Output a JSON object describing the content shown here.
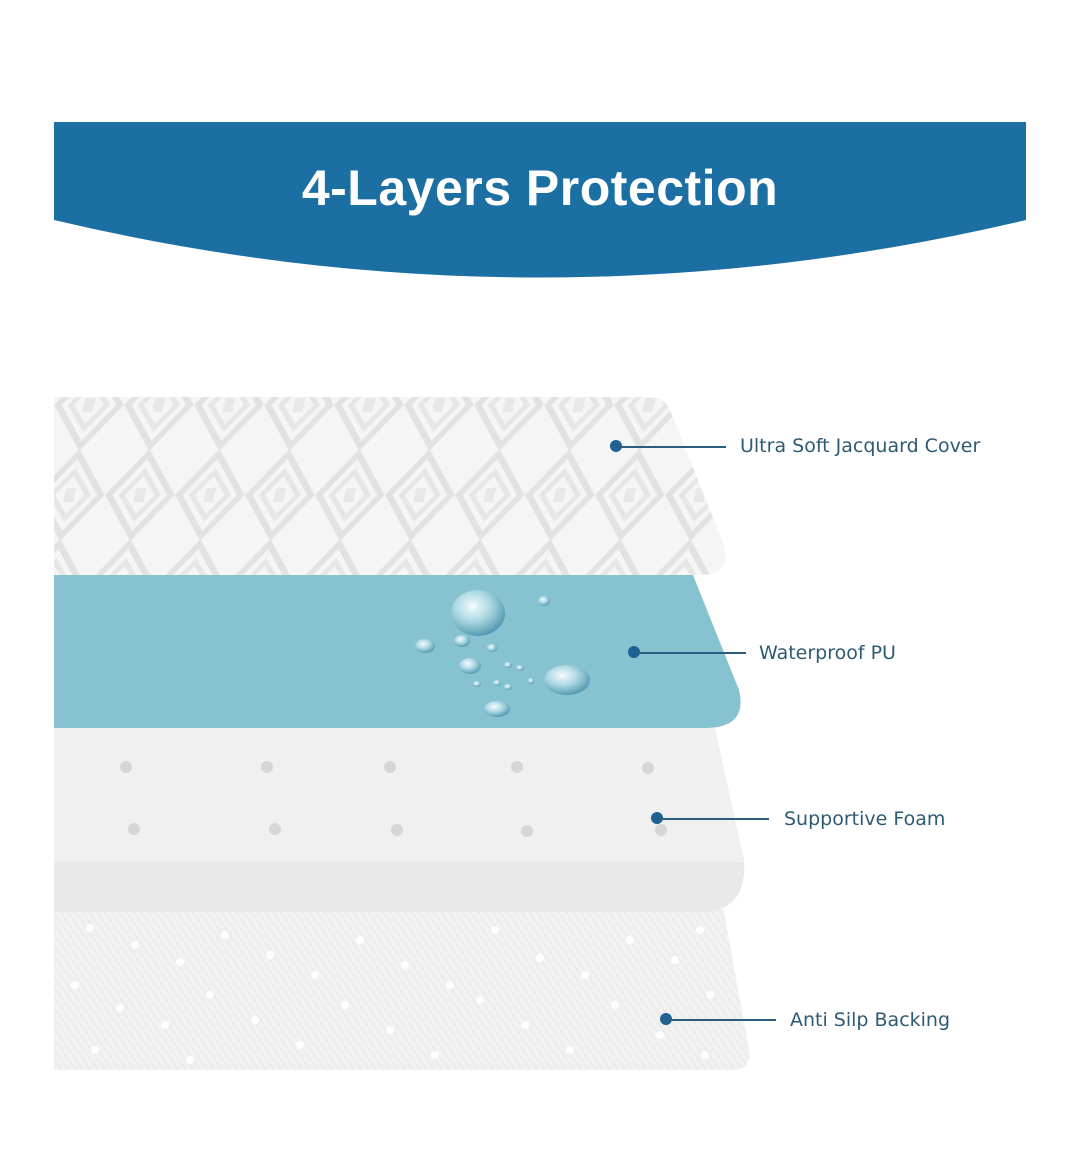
{
  "banner": {
    "title": "4-Layers Protection",
    "color": "#1B6FA3"
  },
  "layers": [
    {
      "id": "jacquard",
      "label": "Ultra Soft Jacquard Cover",
      "color": "#F4F4F4",
      "pattern": "diamond-jacquard"
    },
    {
      "id": "pu",
      "label": "Waterproof PU",
      "color": "#86C2CF",
      "pattern": "water-droplets"
    },
    {
      "id": "foam",
      "label": "Supportive Foam",
      "color": "#EFEFEF",
      "pattern": "perforated-dots"
    },
    {
      "id": "backing",
      "label": "Anti Silp Backing",
      "color": "#F0F0F0",
      "pattern": "anti-slip-dots"
    }
  ],
  "callout": {
    "dot_color": "#1E6193",
    "line_color": "#2B5D80",
    "text_color": "#2F5A74"
  }
}
